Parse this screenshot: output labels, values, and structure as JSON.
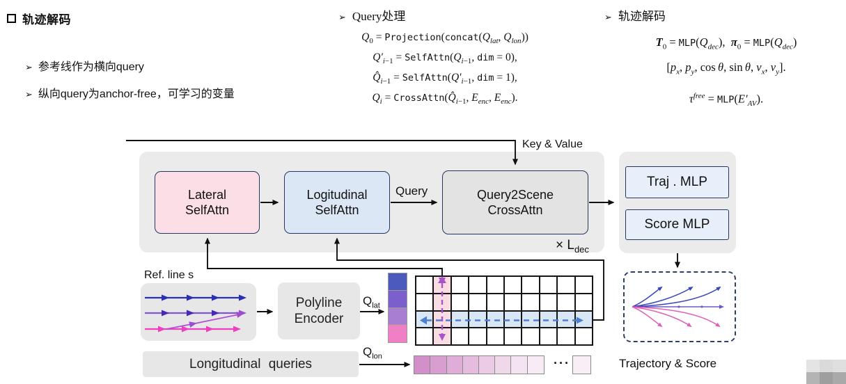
{
  "slide": {
    "title": "轨迹解码",
    "bullet_marker": "➢",
    "bullets": [
      "参考线作为横向query",
      "纵向query为anchor-free，可学习的变量"
    ],
    "sections": {
      "query": {
        "heading": "Query处理",
        "equations": [
          "<i>Q</i><sub>0</sub> = <span class='tt'>Projection</span>(<span class='tt'>concat</span>(<i>Q</i><sub><i>lat</i></sub>, <i>Q</i><sub><i>lon</i></sub>))",
          "<i>Q&#8242;</i><sub><i>i</i>&#8722;1</sub> = <span class='tt'>SelfAttn</span>(<i>Q</i><sub><i>i</i>&#8722;1</sub>, <span class='tt'>dim</span> = 0),",
          "<i>Q&#770;</i><sub><i>i</i>&#8722;1</sub> = <span class='tt'>SelfAttn</span>(<i>Q&#8242;</i><sub><i>i</i>&#8722;1</sub>, <span class='tt'>dim</span> = 1),",
          "<i>Q</i><sub><i>i</i></sub> = <span class='tt'>CrossAttn</span>(<i>Q&#770;</i><sub><i>i</i>&#8722;1</sub>, <i>E</i><sub><i>enc</i></sub>, <i>E</i><sub><i>enc</i></sub>)."
        ]
      },
      "decode": {
        "heading": "轨迹解码",
        "equations": [
          "<b><i>T</i></b><sub>0</sub> = <span class='tt'>MLP</span>(<i>Q</i><sub><i>dec</i></sub>),&nbsp; <b><i>&#960;</i></b><sub>0</sub> = <span class='tt'>MLP</span>(<i>Q</i><sub><i>dec</i></sub>)",
          "[<i>p<sub>x</sub></i>, <i>p<sub>y</sub></i>, cos&thinsp;<i>&#952;</i>, sin&thinsp;<i>&#952;</i>, <i>v<sub>x</sub></i>, <i>v<sub>y</sub></i>].",
          "<i>&#964;</i><sup><i>free</i></sup> = <span class='tt'>MLP</span>(<i>E&#8242;</i><sub><i>AV</i></sub>)."
        ]
      }
    }
  },
  "diagram": {
    "blocks": {
      "lateral": "Lateral<br>SelfAttn",
      "logitudinal": "Logitudinal<br>SelfAttn",
      "query2scene": "Query2Scene<br>CrossAttn",
      "traj_mlp": "Traj . MLP",
      "score_mlp": "Score MLP",
      "polyline_encoder": "Polyline<br>Encoder",
      "longitudinal_queries": "Longitudinal queries"
    },
    "labels": {
      "key_value": "Key & Value",
      "query": "Query",
      "l_dec": "&times; L<sub>dec</sub>",
      "q_lat": "Q<sub>lat</sub>",
      "q_lon": "Q<sub>lon</sub>",
      "ref_line": "Ref. line s",
      "trajectory_score": "Trajectory & Score",
      "dots": "···"
    },
    "colors": {
      "panel_fill": "#ebebeb",
      "box_border": "#26365e",
      "lateral_fill": "#fbdee6",
      "logitudinal_fill": "#dbe7f4",
      "query2scene_fill": "#e3e3e3",
      "mlp_fill": "#e7effa",
      "grid_col_highlight": "#fadce3",
      "grid_row_highlight": "#d9e6f5",
      "dashed_purple": "#a853cb",
      "dashed_blue": "#4a7fd3",
      "ref_blue": "#2a2fb4",
      "ref_purple": "#7e56cd",
      "ref_magenta": "#ee3fc3",
      "traj_blue": "#3946bb",
      "traj_purple": "#6b5cc8",
      "traj_pink": "#e061b2"
    },
    "grid": {
      "cols": 10,
      "rows": 4,
      "highlight_col": 2,
      "highlight_row": 3
    },
    "qlat_cells": [
      "#4d5abd",
      "#7b5fca",
      "#a87ed3",
      "#f07fc5"
    ],
    "queue_cells": [
      "#d38fc9",
      "#d99ed0",
      "#dfadd7",
      "#e5bcde",
      "#ebcbe5",
      "#f0d8eb",
      "#f4e3f0",
      "#f7ecf5"
    ],
    "queue_tail_cell": "#f8eff6",
    "watermark_cells": [
      "#e4e4e4",
      "#dadada",
      "#dfdfdf",
      "#b4b4b4",
      "#9e9e9e",
      "#a9a9a9"
    ]
  }
}
